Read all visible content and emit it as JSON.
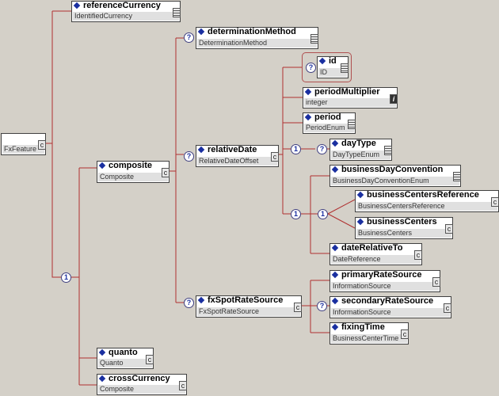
{
  "diagram": {
    "root": {
      "name": "",
      "type": "FxFeature",
      "indicator": "c"
    },
    "nodes": {
      "referenceCurrency": {
        "name": "referenceCurrency",
        "type": "IdentifiedCurrency"
      },
      "composite": {
        "name": "composite",
        "type": "Composite",
        "indicator": "c"
      },
      "quanto": {
        "name": "quanto",
        "type": "Quanto",
        "indicator": "c"
      },
      "crossCurrency": {
        "name": "crossCurrency",
        "type": "Composite",
        "indicator": "c"
      },
      "determinationMethod": {
        "name": "determinationMethod",
        "type": "DeterminationMethod"
      },
      "relativeDate": {
        "name": "relativeDate",
        "type": "RelativeDateOffset",
        "indicator": "c"
      },
      "fxSpotRateSource": {
        "name": "fxSpotRateSource",
        "type": "FxSpotRateSource",
        "indicator": "c"
      },
      "id": {
        "name": "id",
        "type": "ID"
      },
      "periodMultiplier": {
        "name": "periodMultiplier",
        "type": "integer",
        "indicator": "i"
      },
      "period": {
        "name": "period",
        "type": "PeriodEnum"
      },
      "dayType": {
        "name": "dayType",
        "type": "DayTypeEnum"
      },
      "businessDayConvention": {
        "name": "businessDayConvention",
        "type": "BusinessDayConventionEnum"
      },
      "businessCentersReference": {
        "name": "businessCentersReference",
        "type": "BusinessCentersReference",
        "indicator": "c"
      },
      "businessCenters": {
        "name": "businessCenters",
        "type": "BusinessCenters",
        "indicator": "c"
      },
      "dateRelativeTo": {
        "name": "dateRelativeTo",
        "type": "DateReference",
        "indicator": "c"
      },
      "primaryRateSource": {
        "name": "primaryRateSource",
        "type": "InformationSource",
        "indicator": "c"
      },
      "secondaryRateSource": {
        "name": "secondaryRateSource",
        "type": "InformationSource",
        "indicator": "c"
      },
      "fixingTime": {
        "name": "fixingTime",
        "type": "BusinessCenterTime",
        "indicator": "c"
      }
    },
    "compositors": {
      "choice_main": "1",
      "optional_determination": "?",
      "optional_relativeDate": "?",
      "optional_fxSpot": "?",
      "optional_id": "?",
      "seq_dayType": "1",
      "optional_dayType": "?",
      "seq_business": "1",
      "choice_centers": "1",
      "optional_secondary": "?"
    },
    "colors": {
      "connector": "#b03030",
      "background": "#d4d0c8",
      "marker": "#1a2fa0"
    }
  }
}
